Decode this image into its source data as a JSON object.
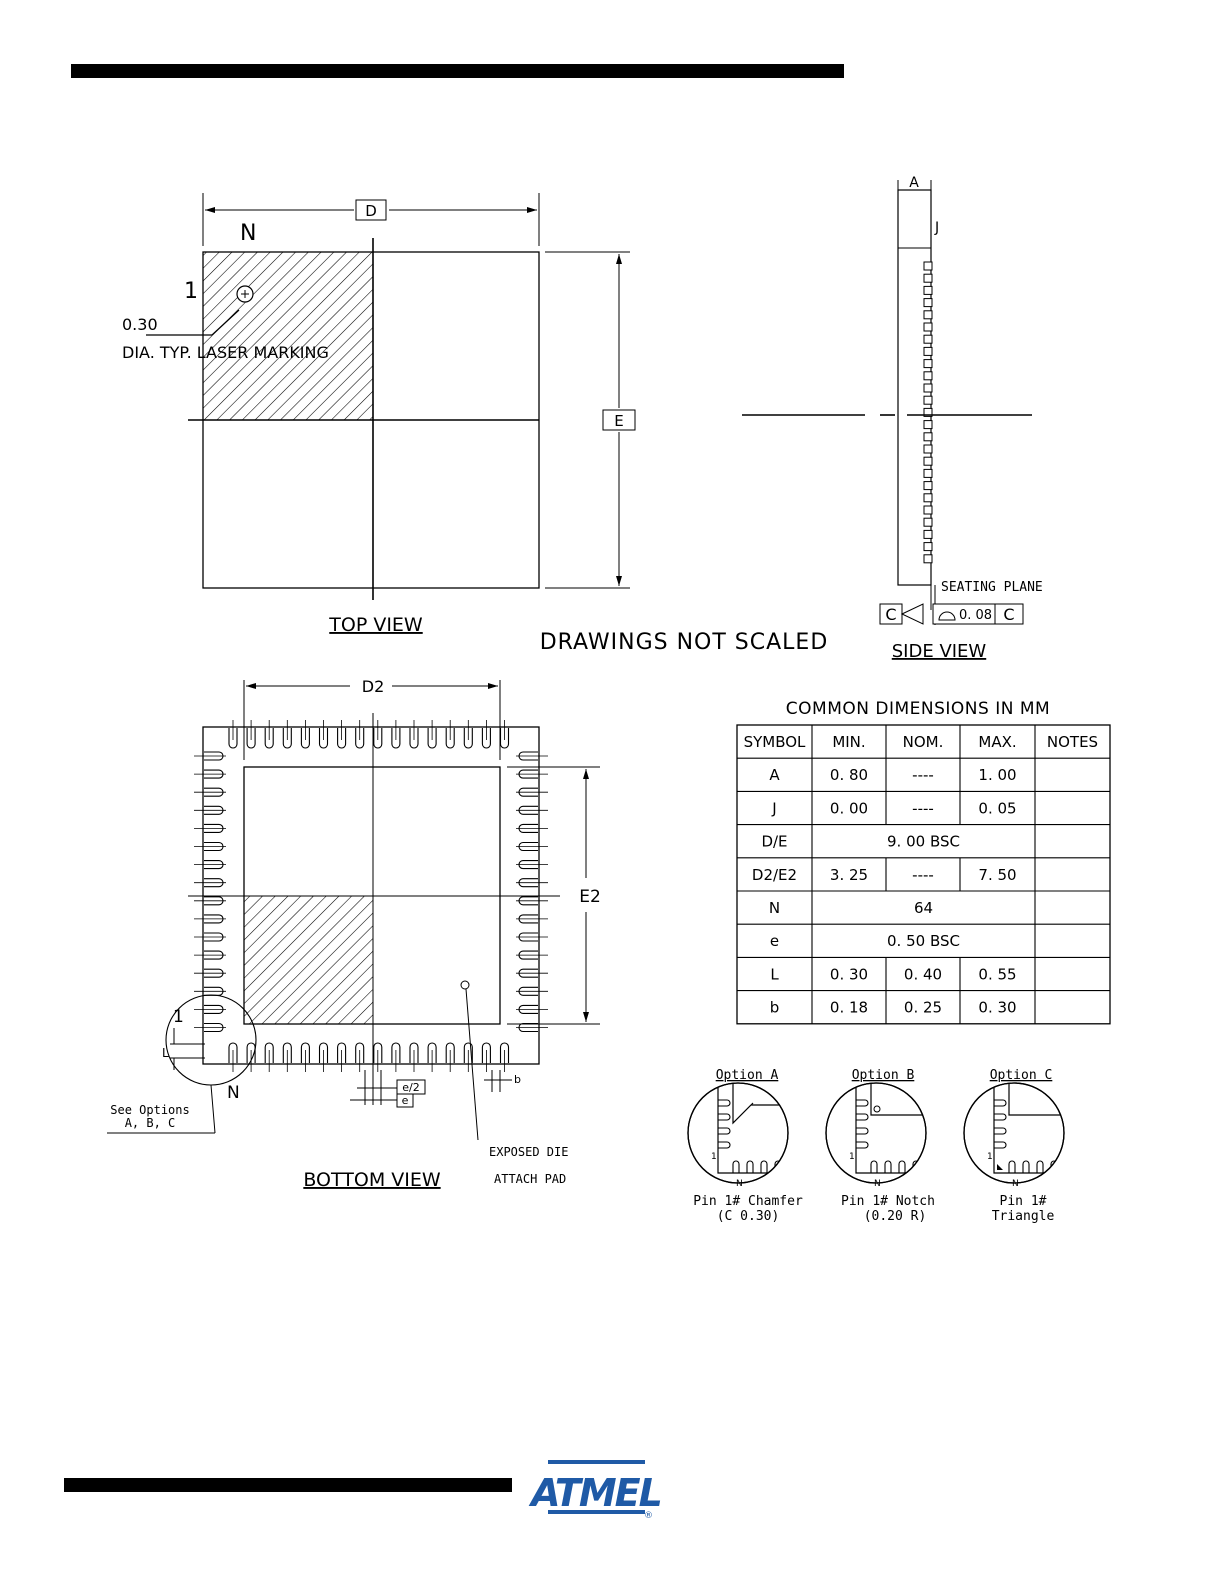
{
  "colors": {
    "ink": "#000000",
    "brand": "#1f5aa6"
  },
  "top_view": {
    "label_D": "D",
    "label_E": "E",
    "label_N": "N",
    "label_1": "1",
    "marking_value": "0.30",
    "marking_text": "DIA. TYP. LASER MARKING",
    "caption": "TOP VIEW"
  },
  "note": "DRAWINGS NOT SCALED",
  "side_view": {
    "label_A": "A",
    "label_J": "J",
    "seating_plane": "SEATING PLANE",
    "datum_C": "C",
    "flatness_value": "0. 08",
    "flatness_datum": "C",
    "caption": "SIDE VIEW"
  },
  "bottom_view": {
    "label_D2": "D2",
    "label_E2": "E2",
    "label_1": "1",
    "label_L": "L",
    "label_N": "N",
    "label_e2": "e/2",
    "label_e": "e",
    "label_b": "b",
    "see_options_line1": "See Options",
    "see_options_line2": "A, B, C",
    "exposed_line1": "EXPOSED DIE",
    "exposed_line2": "ATTACH PAD",
    "caption": "BOTTOM VIEW"
  },
  "table": {
    "title": "COMMON DIMENSIONS IN MM",
    "headers": [
      "SYMBOL",
      "MIN.",
      "NOM.",
      "MAX.",
      "NOTES"
    ],
    "rows": [
      {
        "symbol": "A",
        "min": "0. 80",
        "nom": "----",
        "max": "1. 00",
        "notes": ""
      },
      {
        "symbol": "J",
        "min": "0. 00",
        "nom": "----",
        "max": "0. 05",
        "notes": ""
      },
      {
        "symbol": "D/E",
        "span": "9. 00   BSC",
        "notes": ""
      },
      {
        "symbol": "D2/E2",
        "min": "3. 25",
        "nom": "----",
        "max": "7. 50",
        "notes": ""
      },
      {
        "symbol": "N",
        "span": "64",
        "notes": ""
      },
      {
        "symbol": "e",
        "span": "0. 50   BSC",
        "notes": ""
      },
      {
        "symbol": "L",
        "min": "0. 30",
        "nom": "0. 40",
        "max": "0. 55",
        "notes": ""
      },
      {
        "symbol": "b",
        "min": "0. 18",
        "nom": "0. 25",
        "max": "0. 30",
        "notes": ""
      }
    ]
  },
  "options": [
    {
      "title": "Option A",
      "line1": "Pin 1# Chamfer",
      "line2": "(C 0.30)",
      "pin1": "1",
      "pinN": "N"
    },
    {
      "title": "Option B",
      "line1": "Pin 1# Notch",
      "line2": "(0.20 R)",
      "pin1": "1",
      "pinN": "N"
    },
    {
      "title": "Option C",
      "line1": "Pin 1#",
      "line2": "Triangle",
      "pin1": "1",
      "pinN": "N"
    }
  ],
  "logo": {
    "text": "ATMEL",
    "mark": "®",
    "icon": "atmel-logo-icon"
  }
}
